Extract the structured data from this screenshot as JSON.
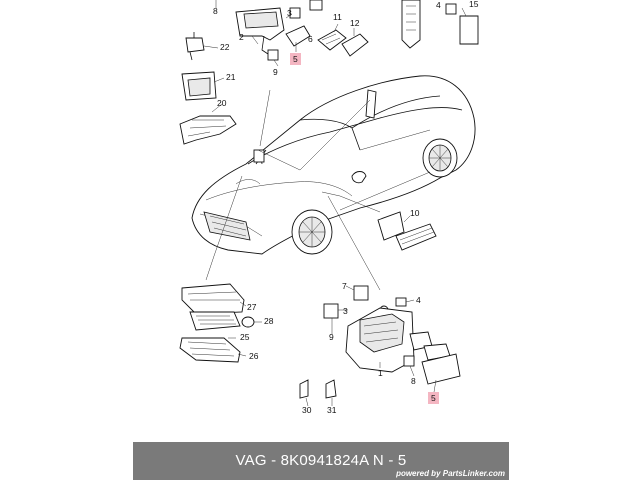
{
  "diagram": {
    "callouts": [
      {
        "id": "c8a",
        "label": "8"
      },
      {
        "id": "c2",
        "label": "2"
      },
      {
        "id": "c3",
        "label": "3"
      },
      {
        "id": "c6",
        "label": "6"
      },
      {
        "id": "c5a",
        "label": "5",
        "highlighted": true
      },
      {
        "id": "c11",
        "label": "11"
      },
      {
        "id": "c12",
        "label": "12"
      },
      {
        "id": "c9a",
        "label": "9"
      },
      {
        "id": "c4a",
        "label": "4"
      },
      {
        "id": "c15",
        "label": "15"
      },
      {
        "id": "c22",
        "label": "22"
      },
      {
        "id": "c21",
        "label": "21"
      },
      {
        "id": "c20",
        "label": "20"
      },
      {
        "id": "c10",
        "label": "10"
      },
      {
        "id": "c27",
        "label": "27"
      },
      {
        "id": "c28",
        "label": "28"
      },
      {
        "id": "c25",
        "label": "25"
      },
      {
        "id": "c26",
        "label": "26"
      },
      {
        "id": "c7",
        "label": "7"
      },
      {
        "id": "c4b",
        "label": "4"
      },
      {
        "id": "c3b",
        "label": "3"
      },
      {
        "id": "c9b",
        "label": "9"
      },
      {
        "id": "c1",
        "label": "1"
      },
      {
        "id": "c8b",
        "label": "8"
      },
      {
        "id": "c5b",
        "label": "5",
        "highlighted": true
      },
      {
        "id": "c30",
        "label": "30"
      },
      {
        "id": "c31",
        "label": "31"
      }
    ],
    "highlight_color": "#f4b6c2"
  },
  "footer": {
    "title": "VAG - 8K0941824A     N - 5",
    "credit": "powered by PartsLinker.com",
    "background": "#7a7a7a"
  }
}
